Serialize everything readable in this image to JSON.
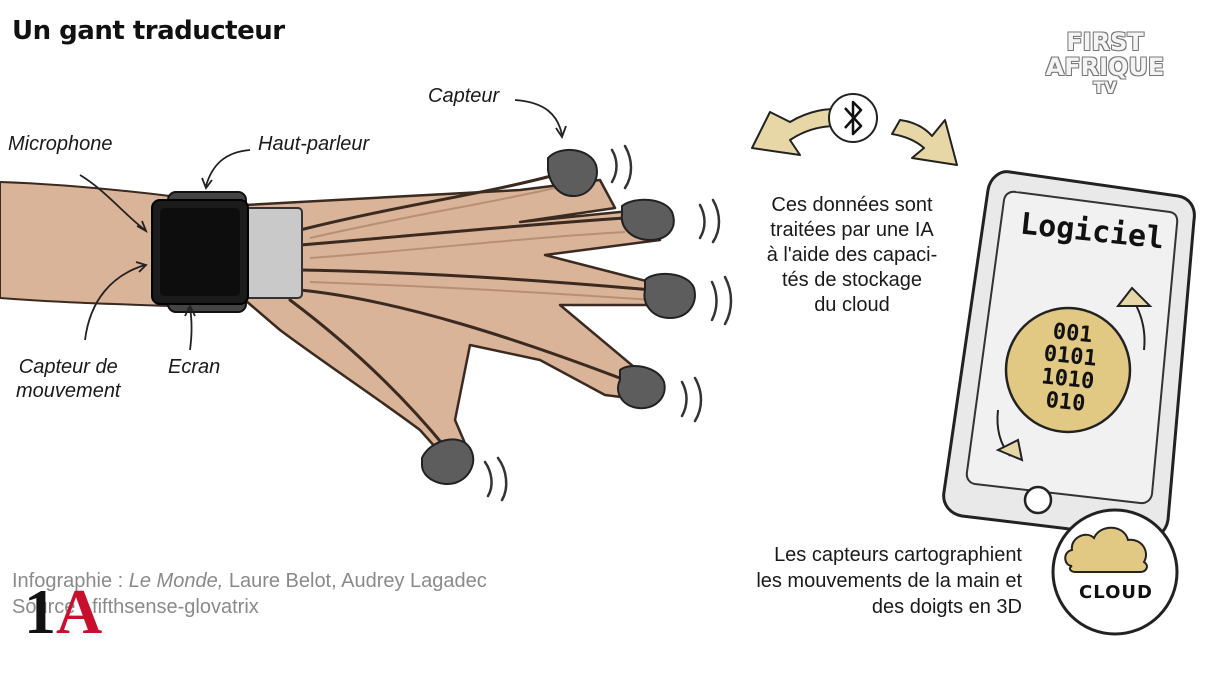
{
  "title": "Un gant traducteur",
  "labels": {
    "capteur": "Capteur",
    "microphone": "Microphone",
    "haut_parleur": "Haut-parleur",
    "capteur_mouvement_1": "Capteur de",
    "capteur_mouvement_2": "mouvement",
    "ecran": "Ecran"
  },
  "ai_text": [
    "Ces données sont",
    "traitées par une IA",
    "à l'aide des capaci-",
    "tés de stockage",
    "du cloud"
  ],
  "phone_text": "Logiciel",
  "binary_rows": [
    "001",
    "0101",
    "1010",
    "010"
  ],
  "cloud_text": "CLOUD",
  "sensor_text": [
    "Les capteurs cartographient",
    "les mouvements de la main et",
    "des doigts en 3D"
  ],
  "credits": {
    "line1_prefix": "Infographie : ",
    "line1_source": "Le Monde,",
    "line1_authors": " Laure Belot, Audrey Lagadec",
    "line2": "Source : fifthsense-glovatrix"
  },
  "logos": {
    "tv_line1": "FIRST",
    "tv_line2": "AFRIQUE",
    "tv_line3": "TV",
    "corner_1": "1",
    "corner_a": "A"
  },
  "icons": {
    "bluetooth": "bluetooth-icon",
    "cloud": "cloud-icon"
  },
  "colors": {
    "skin": "#d9b499",
    "skin_shadow": "#b98f74",
    "cap": "#5d5d5d",
    "watch": "#1b1b1b",
    "arrow_beige": "#e8d7a6",
    "binary_bg": "#e2c983",
    "phone_screen": "#e9e9e9"
  }
}
